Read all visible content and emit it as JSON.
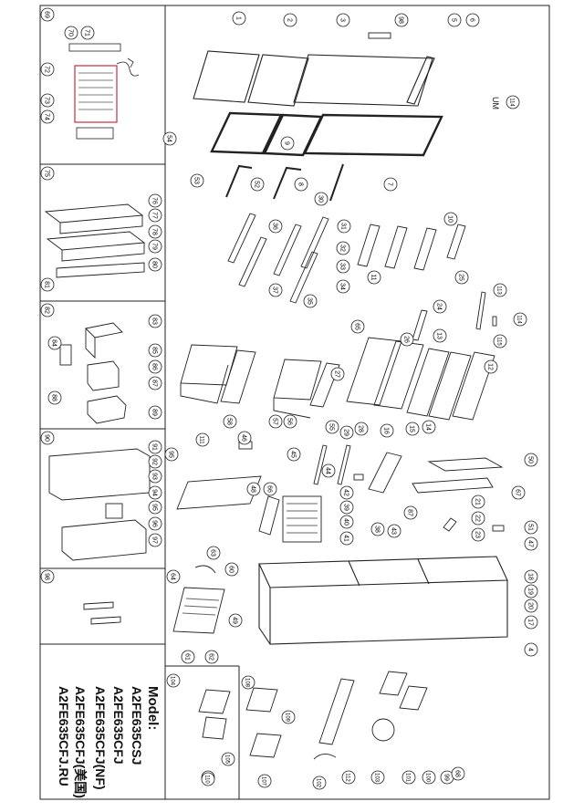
{
  "um_label": "UM",
  "model": {
    "heading": "Model:",
    "lines": [
      "A2FE635CSJ",
      "A2FE635CFJ",
      "A2FE635CFJ(NF)",
      "A2FE635CFJ(美国)",
      "A2FE635CFJ.RU"
    ]
  },
  "callouts": [
    "1",
    "2",
    "3",
    "98",
    "5",
    "6",
    "114",
    "54",
    "9",
    "53",
    "52",
    "8",
    "30",
    "7",
    "31",
    "36",
    "32",
    "33",
    "34",
    "37",
    "35",
    "11",
    "10",
    "25",
    "113",
    "114",
    "115",
    "24",
    "26",
    "13",
    "12",
    "27",
    "28",
    "29",
    "55",
    "56",
    "57",
    "58",
    "16",
    "15",
    "14",
    "65",
    "111",
    "46",
    "45",
    "44",
    "42",
    "39",
    "40",
    "41",
    "87",
    "38",
    "43",
    "49",
    "50",
    "67",
    "21",
    "22",
    "23",
    "51",
    "47",
    "95",
    "48",
    "66",
    "63",
    "60",
    "64",
    "62",
    "61",
    "18",
    "19",
    "20",
    "17",
    "4",
    "104",
    "108",
    "109",
    "107",
    "106",
    "105",
    "110",
    "103",
    "112",
    "102",
    "101",
    "100",
    "99",
    "68",
    "69",
    "70",
    "71",
    "72",
    "73",
    "74",
    "75",
    "76",
    "77",
    "78",
    "79",
    "80",
    "81",
    "82",
    "83",
    "84",
    "85",
    "86",
    "87",
    "88",
    "89",
    "90",
    "91",
    "92",
    "93",
    "94",
    "95",
    "96",
    "97",
    "98"
  ]
}
